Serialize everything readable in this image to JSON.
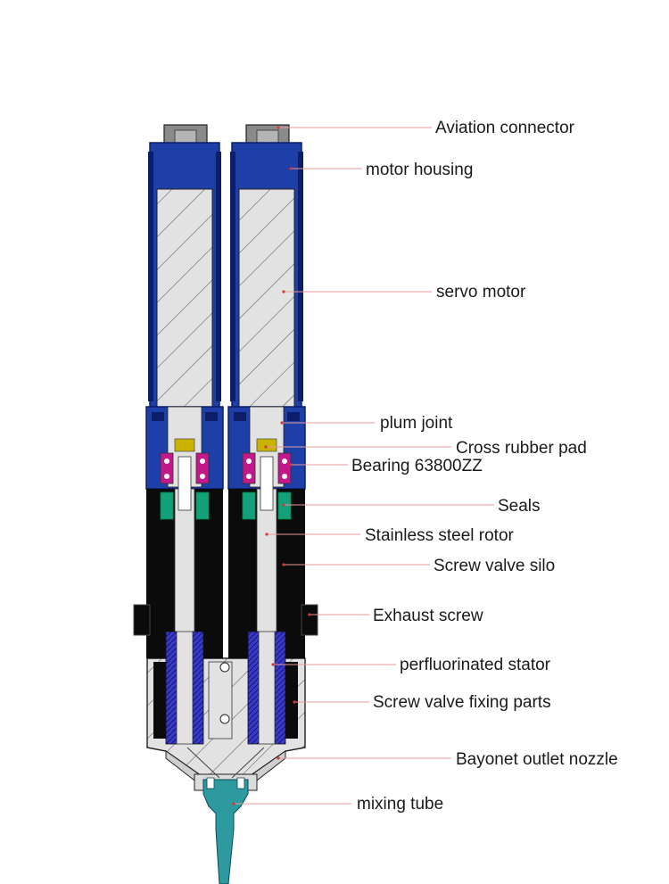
{
  "colors": {
    "housing": "#1f3fa8",
    "housing_dark": "#0c1e6a",
    "section": "#e2e2e2",
    "hatch": "#5a5a5a",
    "black": "#0b0b0b",
    "connector": "#8a8a8a",
    "cross_pad": "#c8b400",
    "bearing": "#c2188a",
    "seal": "#13a07a",
    "stator": "#3a3ac8",
    "mixing_tube": "#2d9aa0",
    "leader": "#e89a9a"
  },
  "labels": [
    {
      "id": "aviation-connector",
      "text": "Aviation connector"
    },
    {
      "id": "motor-housing",
      "text": "motor housing"
    },
    {
      "id": "servo-motor",
      "text": "servo motor"
    },
    {
      "id": "plum-joint",
      "text": "plum joint"
    },
    {
      "id": "cross-rubber-pad",
      "text": "Cross rubber pad"
    },
    {
      "id": "bearing",
      "text": "Bearing 63800ZZ"
    },
    {
      "id": "seals",
      "text": "Seals"
    },
    {
      "id": "stainless-steel-rotor",
      "text": "Stainless steel rotor"
    },
    {
      "id": "screw-valve-silo",
      "text": "Screw valve silo"
    },
    {
      "id": "exhaust-screw",
      "text": "Exhaust screw"
    },
    {
      "id": "perfluorinated-stator",
      "text": "perfluorinated stator"
    },
    {
      "id": "screw-valve-fixing-parts",
      "text": "Screw valve fixing parts"
    },
    {
      "id": "bayonet-outlet-nozzle",
      "text": "Bayonet outlet nozzle"
    },
    {
      "id": "mixing-tube",
      "text": "mixing tube"
    }
  ]
}
